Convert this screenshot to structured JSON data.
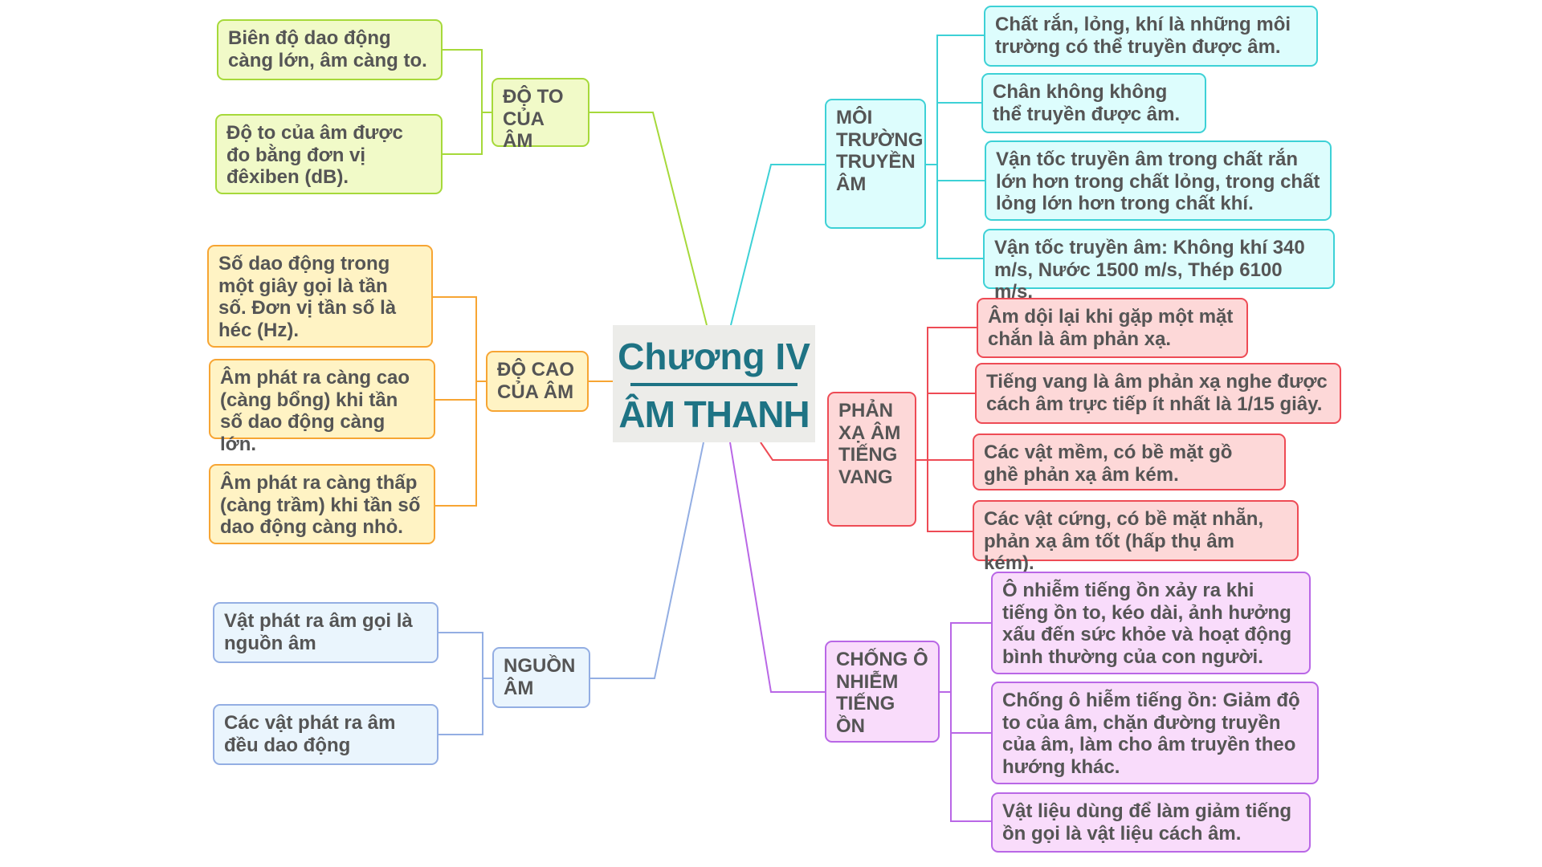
{
  "center": {
    "line1": "Chương IV",
    "line2": "ÂM THANH"
  },
  "colors": {
    "green": "#a6d93a",
    "orange": "#f7a533",
    "blue": "#93aee3",
    "cyan": "#3dd1d6",
    "red": "#ee4b55",
    "purple": "#b967e6",
    "title_text": "#1e7384"
  },
  "branches": {
    "do_to": {
      "label": "ĐỘ TO\nCỦA ÂM",
      "items": [
        "Biên độ dao động\ncàng lớn, âm càng to.",
        "Độ to của âm được\nđo bằng đơn vị\nđêxiben (dB)."
      ]
    },
    "do_cao": {
      "label": "ĐỘ CAO\nCỦA ÂM",
      "items": [
        "Số dao động trong\nmột giây gọi là tần\nsố. Đơn vị tần số là\nhéc (Hz).",
        "Âm phát ra càng cao\n(càng bổng) khi tần\nsố dao động càng lớn.",
        "Âm phát ra càng thấp\n(càng trầm) khi tần số\ndao động càng nhỏ."
      ]
    },
    "nguon_am": {
      "label": "NGUỒN\nÂM",
      "items": [
        "Vật phát ra âm gọi là\nnguồn âm",
        "Các vật phát ra âm\nđều dao động"
      ]
    },
    "moi_truong": {
      "label": "MÔI\nTRƯỜNG\nTRUYỀN\nÂM",
      "items": [
        "Chất rắn, lỏng, khí là những môi\ntrường có thể truyền được âm.",
        "Chân không không\nthể truyền được âm.",
        "Vận tốc truyền âm trong chất rắn\nlớn hơn trong chất lỏng, trong chất\nlỏng lớn hơn trong chất khí.",
        "Vận tốc truyền âm: Không khí 340\nm/s, Nước 1500 m/s, Thép 6100 m/s."
      ]
    },
    "phan_xa": {
      "label": "PHẢN\nXẠ ÂM\nTIẾNG\nVANG",
      "items": [
        "Âm dội lại khi gặp một mặt\nchắn là âm phản xạ.",
        "Tiếng vang là âm phản xạ nghe được\ncách âm trực tiếp ít nhất là 1/15 giây.",
        "Các vật mềm, có bề mặt gồ\nghề phản xạ âm kém.",
        "Các vật cứng, có bề mặt nhẵn,\nphản xạ âm tốt (hấp thụ âm kém)."
      ]
    },
    "chong_on": {
      "label": "CHỐNG Ô\nNHIỄM\nTIẾNG ỒN",
      "items": [
        "Ô nhiễm tiếng ồn xảy ra khi\ntiếng ồn to, kéo dài, ảnh hưởng\nxấu đến sức khỏe và hoạt động\nbình thường của con người.",
        "Chống ô hiễm tiếng ồn: Giảm độ\nto của âm, chặn đường truyền\ncủa âm, làm cho âm truyền theo\nhướng khác.",
        "Vật liệu dùng để làm giảm tiếng\nồn gọi là vật liệu cách âm."
      ]
    }
  }
}
